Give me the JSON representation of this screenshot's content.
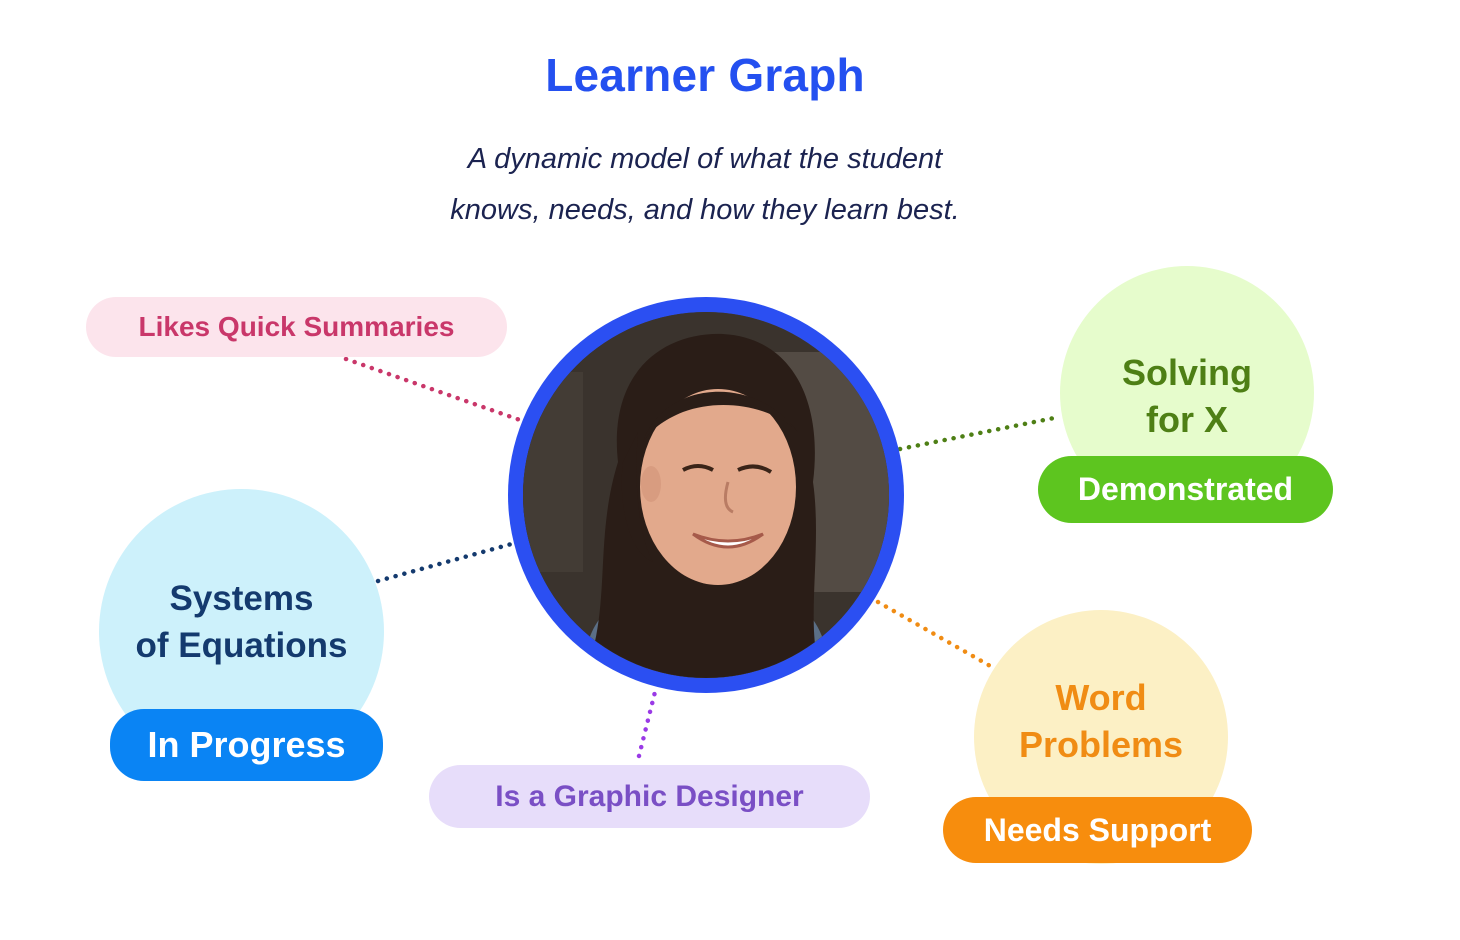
{
  "header": {
    "title": "Learner Graph",
    "subtitle_line1": "A dynamic model of what the student",
    "subtitle_line2": "knows, needs, and how they learn best."
  },
  "traits": [
    {
      "label": "Likes Quick Summaries",
      "color": "#c9376a",
      "background": "#fce4ec"
    },
    {
      "label": "Is a Graphic Designer",
      "color": "#7a4fc5",
      "background": "#e7ddfa"
    }
  ],
  "skills": [
    {
      "line1": "Systems",
      "line2": "of Equations",
      "status": "In Progress",
      "color": "#143a6e",
      "status_color": "#0a84f4",
      "background": "#cdf1fb"
    },
    {
      "line1": "Solving",
      "line2": "for X",
      "status": "Demonstrated",
      "color": "#4e7f15",
      "status_color": "#5dc51f",
      "background": "#e6fccc"
    },
    {
      "line1": "Word",
      "line2": "Problems",
      "status": "Needs Support",
      "color": "#f08c14",
      "status_color": "#f78d0d",
      "background": "#fcf0c5"
    }
  ],
  "avatar": {
    "ring_color": "#2b4ff2",
    "icon": "student-photo"
  },
  "colors": {
    "title": "#2450f0",
    "subtitle": "#1b2350"
  }
}
